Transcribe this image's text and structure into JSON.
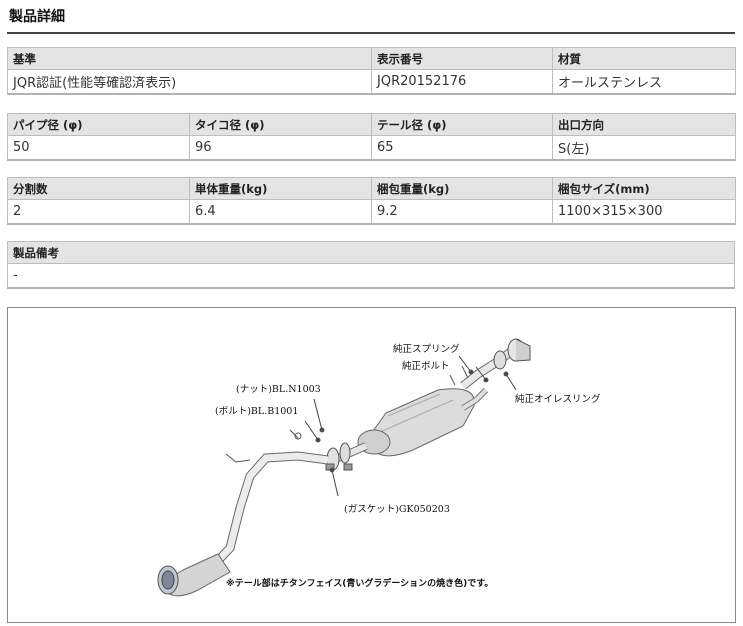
{
  "heading": "製品詳細",
  "table1": {
    "headers": [
      "基準",
      "表示番号",
      "材質"
    ],
    "values": [
      "JQR認証(性能等確認済表示)",
      "JQR20152176",
      "オールステンレス"
    ]
  },
  "table2": {
    "headers": [
      "パイプ径 (φ)",
      "タイコ径 (φ)",
      "テール径 (φ)",
      "出口方向"
    ],
    "values": [
      "50",
      "96",
      "65",
      "S(左)"
    ]
  },
  "table3": {
    "headers": [
      "分割数",
      "単体重量(kg)",
      "梱包重量(kg)",
      "梱包サイズ(mm)"
    ],
    "values": [
      "2",
      "6.4",
      "9.2",
      "1100×315×300"
    ]
  },
  "table4": {
    "header": "製品備考",
    "value": "-"
  },
  "diagram": {
    "callouts": {
      "spring": "純正スプリング",
      "bolt": "純正ボルト",
      "oil_ring": "純正オイレスリング",
      "nut": "(ナット)BL.N1003",
      "bolt_part": "(ボルト)BL.B1001",
      "gasket": "(ガスケット)GK050203"
    },
    "note": "※テール部はチタンフェイス(青いグラデーションの焼き色)です。"
  }
}
